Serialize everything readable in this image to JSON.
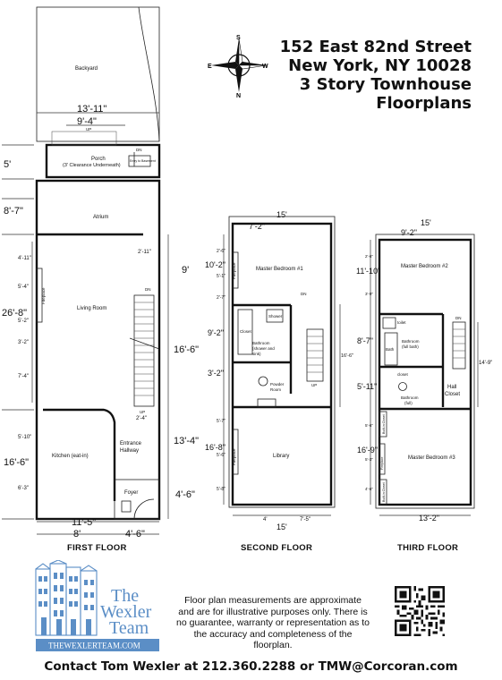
{
  "title": {
    "line1": "152 East 82nd Street",
    "line2": "New York, NY 10028",
    "line3": "3 Story Townhouse",
    "line4": "Floorplans"
  },
  "compass": {
    "n_top": "S",
    "w_left": "E",
    "e_right": "W",
    "s_bottom": "N"
  },
  "first_floor": {
    "name": "FIRST FLOOR",
    "rooms": {
      "backyard": "Backyard",
      "porch": "Porch",
      "porch_note": "(3' Clearance Underneath)",
      "atrium": "Atrium",
      "living_room": "Living Room",
      "fireplace": "Fireplace",
      "kitchen": "Kitchen (eat-in)",
      "entrance_hallway": "Entrance Hallway",
      "foyer": "Foyer",
      "dn": "DN",
      "dn2": "DN",
      "up": "UP",
      "basement": "Entry to Basement"
    },
    "dims": {
      "top_13_11": "13'-11\"",
      "top_9_4": "9'-4\"",
      "up_small": "UP",
      "porch_5": "5'",
      "atrium_8_7": "8'-7\"",
      "living_26_8": "26'-8\"",
      "kitchen_16_6": "16'-6\"",
      "right_9": "9'",
      "right_16_6": "16'-6\"",
      "right_13_4": "13'-4\"",
      "right_4_6": "4'-6\"",
      "bottom_11_5": "11'-5\"",
      "bottom_8": "8'",
      "bottom_4_6": "4'-6\"",
      "inner_4_11": "4'-11\"",
      "inner_5_4": "5'-4\"",
      "inner_5_2": "5'-2\"",
      "inner_3_2": "3'-2\"",
      "inner_7_4": "7'-4\"",
      "inner_5_10": "5'-10\"",
      "inner_6_3": "6'-3\"",
      "inner_2_11": "2'-11\"",
      "inner_2_4": "2'-4\""
    }
  },
  "second_floor": {
    "name": "SECOND FLOOR",
    "rooms": {
      "master1": "Master Bedroom #1",
      "fireplace": "Fireplace",
      "fireplace2": "Fireplace",
      "bathroom": "Bathroom (shower and sink)",
      "powder": "Powder Room",
      "library": "Library",
      "closet": "Closet",
      "shower": "Shower",
      "dn": "DN",
      "up": "UP"
    },
    "dims": {
      "top_15": "15'",
      "top_7_2": "7'-2\"",
      "left_10_2": "10'-2\"",
      "left_9_2": "9'-2\"",
      "left_3_2": "3'-2\"",
      "left_16_8": "16'-8\"",
      "right_16_6": "16'-6\"",
      "bottom_4": "4'",
      "bottom_7_5": "7'-5\"",
      "bottom_15": "15'",
      "s_2_6": "2'-6\"",
      "s_5_1": "5'-1\"",
      "s_2_7": "2'-7\"",
      "s_5_7": "5'-7\"",
      "s_5_6": "5'-6\"",
      "s_5_8": "5'-8\""
    }
  },
  "third_floor": {
    "name": "THIRD FLOOR",
    "rooms": {
      "master2": "Master Bedroom #2",
      "master3": "Master Bedroom #3",
      "bath_full_bath": "Bathroom (full bath)",
      "bath_full": "Bathroom (full)",
      "hall_closet": "Hall Closet",
      "bath": "Bath",
      "toilet": "toilet",
      "closet": "closet",
      "builtin1": "Built-in Closet",
      "builtin2": "Built-in Closet",
      "fireplace": "Fireplace",
      "dn": "DN"
    },
    "dims": {
      "top_15": "15'",
      "top_9_2": "9'-2\"",
      "left_11_10": "11'-10\"",
      "left_8_7": "8'-7\"",
      "left_5_11": "5'-11\"",
      "left_16_9": "16'-9\"",
      "right_14_9": "14'-9\"",
      "bottom_13_2": "13'-2\"",
      "s_2_6": "2'-6\"",
      "s_3_9": "3'-9\"",
      "s_5_6": "5'-6\"",
      "s_5_3": "5'-3\"",
      "s_4_6": "4'-6\""
    }
  },
  "logo": {
    "name_line1": "The",
    "name_line2": "Wexler",
    "name_line3": "Team",
    "url": "THEWEXLERTEAM.COM"
  },
  "disclaimer": "Floor plan measurements are approximate and are for illustrative purposes only. There is no guarantee, warranty or representation as to the accuracy and completeness of the floorplan.",
  "contact": "Contact Tom Wexler at 212.360.2288 or TMW@Corcoran.com",
  "colors": {
    "logo_blue": "#5b8ec6",
    "text": "#111111"
  }
}
